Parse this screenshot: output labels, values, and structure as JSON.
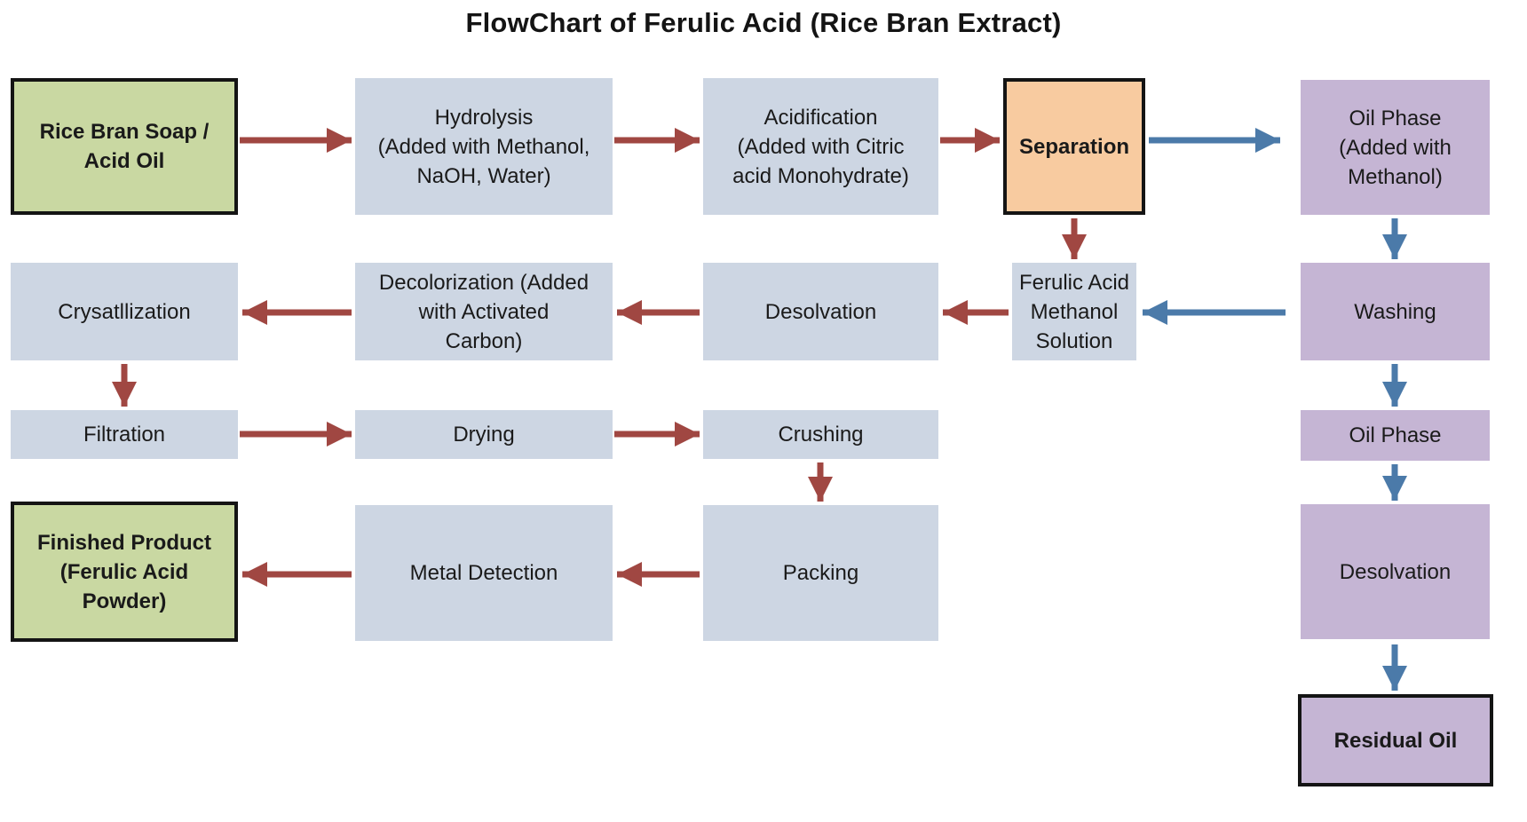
{
  "title": "FlowChart of Ferulic Acid (Rice Bran Extract)",
  "colors": {
    "process_box_fill": "#cdd6e3",
    "start_end_box_fill": "#c9d8a2",
    "separation_box_fill": "#f8cba0",
    "oil_route_box_fill": "#c5b5d4",
    "box_border": "#141414",
    "main_route_arrow": "#a04742",
    "oil_route_arrow": "#4b7aa9"
  },
  "nodes": {
    "rice_bran_soap": {
      "label": "Rice Bran Soap /\nAcid Oil"
    },
    "hydrolysis": {
      "label": "Hydrolysis\n(Added with Methanol,\nNaOH, Water)"
    },
    "acidification": {
      "label": "Acidification\n(Added with Citric\nacid Monohydrate)"
    },
    "separation": {
      "label": "Separation"
    },
    "oil_phase_methanol": {
      "label": "Oil Phase\n(Added with\nMethanol)"
    },
    "crysatllization": {
      "label": "Crysatllization"
    },
    "decolorization": {
      "label": "Decolorization (Added\nwith Activated\nCarbon)"
    },
    "desolvation_main": {
      "label": "Desolvation"
    },
    "ferulic_acid_solution": {
      "label": "Ferulic Acid\nMethanol\nSolution"
    },
    "washing": {
      "label": "Washing"
    },
    "filtration": {
      "label": "Filtration"
    },
    "drying": {
      "label": "Drying"
    },
    "crushing": {
      "label": "Crushing"
    },
    "oil_phase": {
      "label": "Oil Phase"
    },
    "finished_product": {
      "label": "Finished Product\n(Ferulic Acid\nPowder)"
    },
    "metal_detection": {
      "label": "Metal Detection"
    },
    "packing": {
      "label": "Packing"
    },
    "desolvation_oil": {
      "label": "Desolvation"
    },
    "residual_oil": {
      "label": "Residual Oil"
    }
  },
  "edges": [
    {
      "from": "rice_bran_soap",
      "to": "hydrolysis",
      "color": "red"
    },
    {
      "from": "hydrolysis",
      "to": "acidification",
      "color": "red"
    },
    {
      "from": "acidification",
      "to": "separation",
      "color": "red"
    },
    {
      "from": "separation",
      "to": "oil_phase_methanol",
      "color": "blue"
    },
    {
      "from": "separation",
      "to": "ferulic_acid_solution",
      "color": "red"
    },
    {
      "from": "oil_phase_methanol",
      "to": "washing",
      "color": "blue"
    },
    {
      "from": "washing",
      "to": "ferulic_acid_solution",
      "color": "blue"
    },
    {
      "from": "ferulic_acid_solution",
      "to": "desolvation_main",
      "color": "red"
    },
    {
      "from": "desolvation_main",
      "to": "decolorization",
      "color": "red"
    },
    {
      "from": "decolorization",
      "to": "crysatllization",
      "color": "red"
    },
    {
      "from": "crysatllization",
      "to": "filtration",
      "color": "red"
    },
    {
      "from": "filtration",
      "to": "drying",
      "color": "red"
    },
    {
      "from": "drying",
      "to": "crushing",
      "color": "red"
    },
    {
      "from": "crushing",
      "to": "packing",
      "color": "red"
    },
    {
      "from": "packing",
      "to": "metal_detection",
      "color": "red"
    },
    {
      "from": "metal_detection",
      "to": "finished_product",
      "color": "red"
    },
    {
      "from": "washing",
      "to": "oil_phase",
      "color": "blue"
    },
    {
      "from": "oil_phase",
      "to": "desolvation_oil",
      "color": "blue"
    },
    {
      "from": "desolvation_oil",
      "to": "residual_oil",
      "color": "blue"
    }
  ]
}
